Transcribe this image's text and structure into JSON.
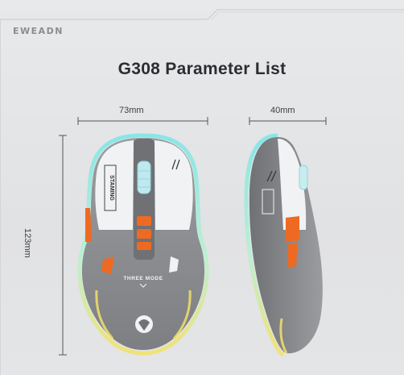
{
  "brand": "EWEADN",
  "title": "G308 Parameter List",
  "dimensions": {
    "width": "73mm",
    "depth": "40mm",
    "height": "123mm"
  },
  "mouse": {
    "side_logo_text": "STAMING",
    "mode_text": "THREE MODE"
  },
  "colors": {
    "body_gray": "#8b8d90",
    "shell_white": "#f1f2f3",
    "accent_orange": "#ee6a22",
    "rgb_cyan": "#7fe6e6",
    "rgb_yellow": "#f2e26a"
  },
  "icons": {
    "logo": "dragon-emblem-icon",
    "scroll": "scroll-wheel-icon"
  }
}
